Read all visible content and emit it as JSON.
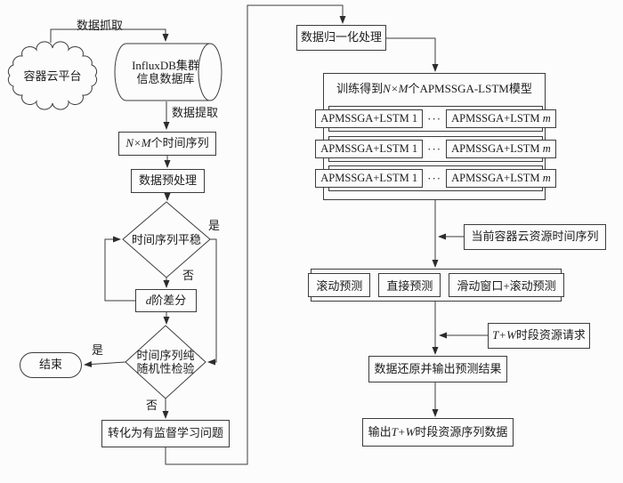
{
  "canvas": {
    "background": "#fcfcfc",
    "line_color": "#3d3d3d"
  },
  "edge_labels": {
    "data_capture": "数据抓取",
    "data_extract": "数据提取",
    "stationary_yes": "是",
    "stationary_no": "否",
    "random_yes": "是",
    "random_no": "否"
  },
  "nodes": {
    "cloud_platform": "容器云平台",
    "influxdb_line1": "InfluxDB集群",
    "influxdb_line2": "信息数据库",
    "nm_var": "N×M",
    "nm_rest": "个时间序列",
    "preprocess": "数据预处理",
    "stationary_check": "时间序列平稳",
    "diff_var": "d",
    "diff_rest": "阶差分",
    "random_line1": "时间序列纯",
    "random_line2": "随机性检验",
    "end": "结束",
    "supervised": "转化为有监督学习问题",
    "normalize": "数据归一化处理",
    "train_prefix": "训练得到",
    "train_var": "N×M",
    "train_suffix": "个APMSSGA-LSTM模型",
    "lstm_first": "APMSSGA+LSTM 1",
    "lstm_ellipsis": "···",
    "lstm_last_prefix": "APMSSGA+LSTM ",
    "lstm_last_var": "m",
    "current_series": "当前容器云资源时间序列",
    "rolling_forecast": "滚动预测",
    "direct_forecast": "直接预测",
    "sliding_forecast": "滑动窗口+滚动预测",
    "tw_var": "T+W",
    "tw_rest": "时段资源请求",
    "restore_output": "数据还原并输出预测结果",
    "final_prefix": "输出",
    "final_var": "T+W",
    "final_rest": "时段资源序列数据"
  }
}
